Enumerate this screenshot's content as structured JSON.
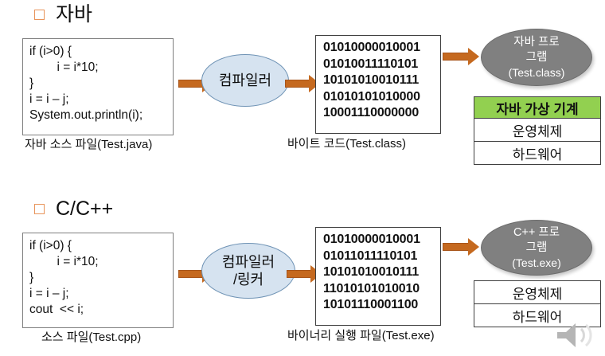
{
  "slide": {
    "background_color": "#ffffff",
    "accent_orange": "#C5691F",
    "accent_green": "#92D050",
    "bullet_color": "#E8945A",
    "ellipse_blue": "#d6e3f0",
    "ellipse_gray": "#808080"
  },
  "sections": [
    {
      "id": "java",
      "heading": "자바",
      "source_code": [
        "if (i>0) {",
        "        i = i*10;",
        "}",
        "i = i – j;",
        "System.out.println(i);"
      ],
      "source_caption": "자바 소스 파일(Test.java)",
      "processor_label": "컴파일러",
      "binary": [
        "01010000010001",
        "01010011110101",
        "10101010010111",
        "01010101010000",
        "10001110000000"
      ],
      "binary_caption": "바이트 코드(Test.class)",
      "program_label_line1": "자바 프로",
      "program_label_line2": "그램",
      "program_label_line3": "(Test.class)",
      "stack": [
        {
          "label": "자바 가상 기계",
          "highlight": true
        },
        {
          "label": "운영체제",
          "highlight": false
        },
        {
          "label": "하드웨어",
          "highlight": false
        }
      ]
    },
    {
      "id": "cpp",
      "heading": "C/C++",
      "source_code": [
        "if (i>0) {",
        "        i = i*10;",
        "}",
        "i = i – j;",
        "cout  << i;"
      ],
      "source_caption": "소스 파일(Test.cpp)",
      "processor_label_line1": "컴파일러",
      "processor_label_line2": "/링커",
      "binary": [
        "01010000010001",
        "01011011110101",
        "10101010010111",
        "11010101010010",
        "10101110001100"
      ],
      "binary_caption": "바이너리 실행 파일(Test.exe)",
      "program_label_line1": "C++ 프로",
      "program_label_line2": "그램",
      "program_label_line3": "(Test.exe)",
      "stack": [
        {
          "label": "운영체제",
          "highlight": false
        },
        {
          "label": "하드웨어",
          "highlight": false
        }
      ]
    }
  ],
  "icons": {
    "bullet": "square-outline-icon",
    "arrow": "right-arrow-icon",
    "speaker": "speaker-icon"
  }
}
